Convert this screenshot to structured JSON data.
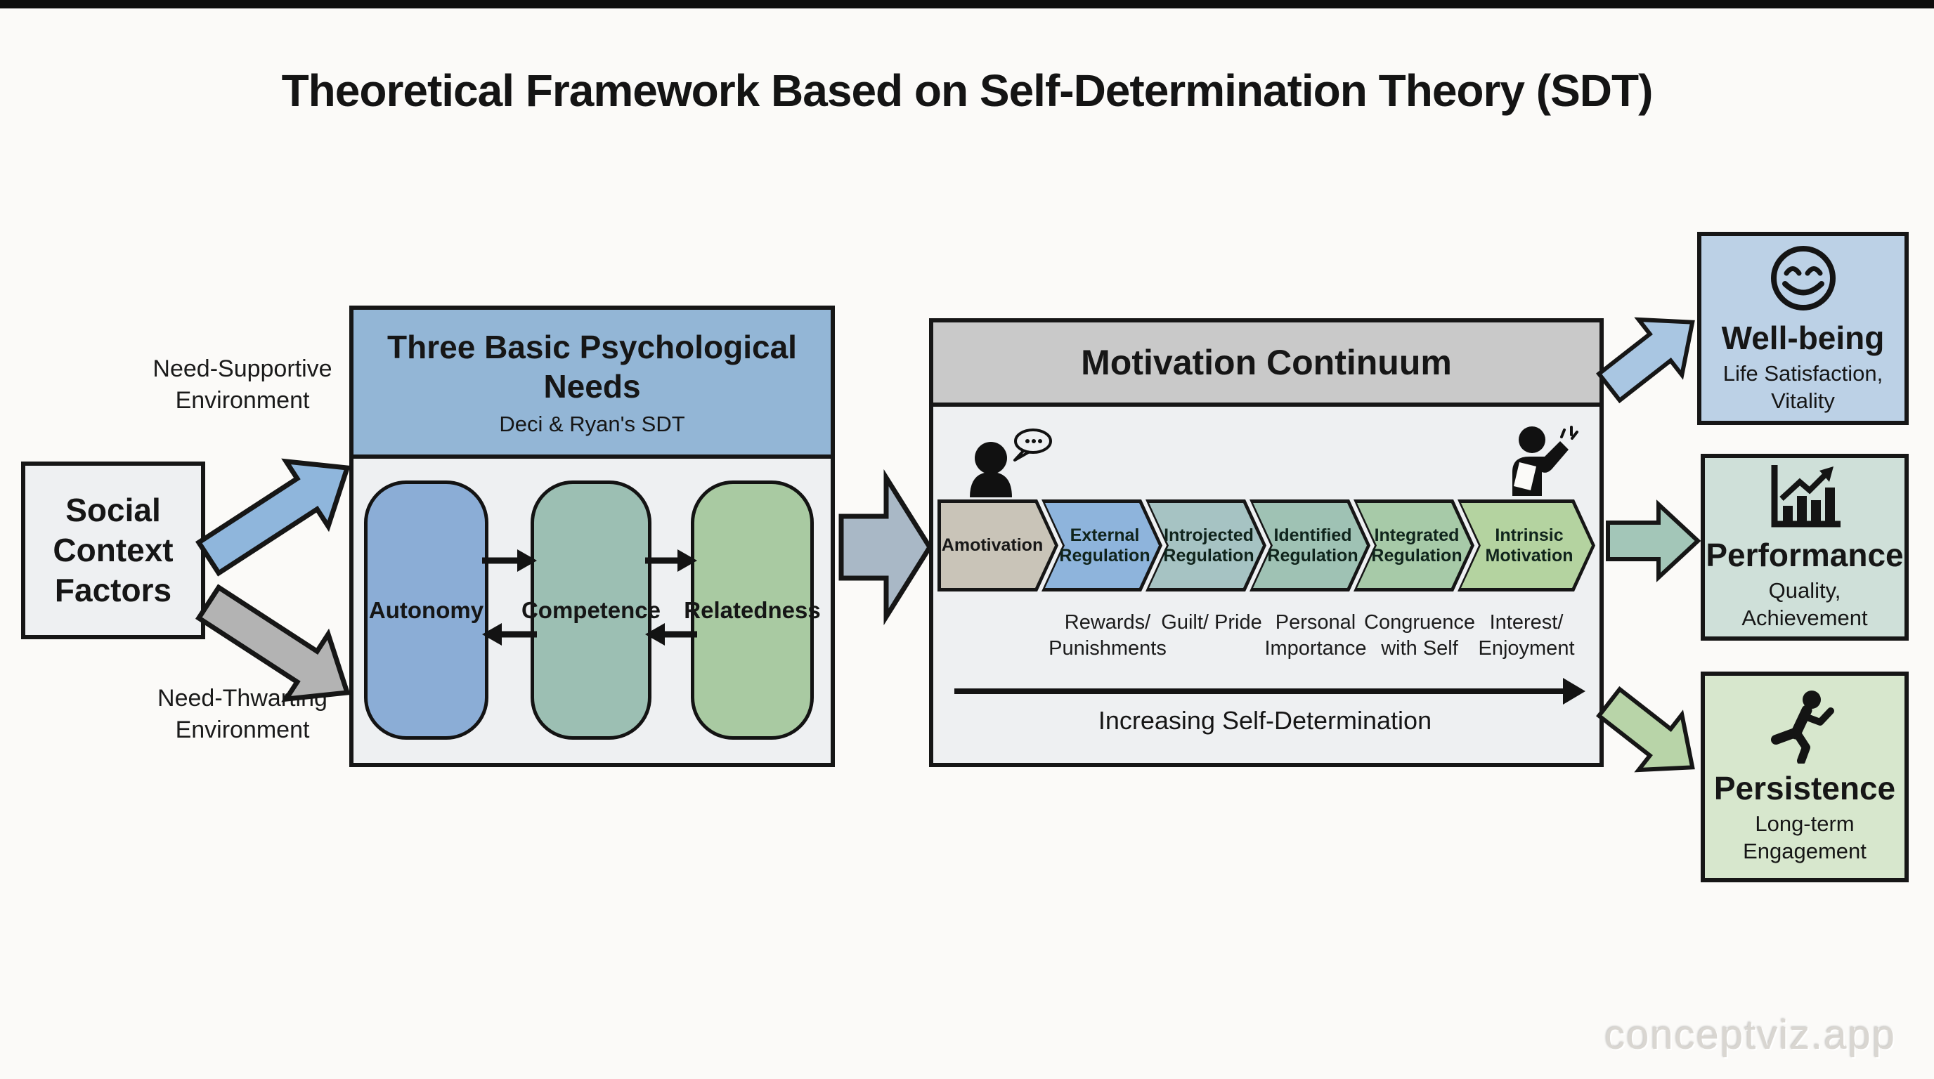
{
  "title": "Theoretical Framework Based on Self-Determination Theory (SDT)",
  "watermark": "conceptviz.app",
  "social_context": {
    "label": "Social Context Factors"
  },
  "environment": {
    "supportive": "Need-Supportive Environment",
    "thwarting": "Need-Thwarting Environment"
  },
  "needs": {
    "title": "Three Basic Psychological Needs",
    "subtitle": "Deci & Ryan's SDT",
    "items": [
      {
        "label": "Autonomy",
        "color": "#8badd6"
      },
      {
        "label": "Competence",
        "color": "#9cbfb3"
      },
      {
        "label": "Relatedness",
        "color": "#a9caa2"
      }
    ]
  },
  "continuum": {
    "title": "Motivation Continuum",
    "stages": [
      {
        "label": "Amotivation",
        "sub": "",
        "color": "#c9c4b8"
      },
      {
        "label": "External Regulation",
        "sub": "Rewards/ Punishments",
        "color": "#8eb4dc"
      },
      {
        "label": "Introjected Regulation",
        "sub": "Guilt/ Pride",
        "color": "#a6c3c3"
      },
      {
        "label": "Identified Regulation",
        "sub": "Personal Importance",
        "color": "#9fc2b4"
      },
      {
        "label": "Integrated Regulation",
        "sub": "Congruence with Self",
        "color": "#a7caa8"
      },
      {
        "label": "Intrinsic Motivation",
        "sub": "Interest/ Enjoyment",
        "color": "#b4d3a0"
      }
    ],
    "axis_label": "Increasing Self-Determination"
  },
  "outcomes": [
    {
      "label": "Well-being",
      "sub": "Life Satisfaction, Vitality",
      "icon": "smiley-icon",
      "color": "#bcd1e6"
    },
    {
      "label": "Performance",
      "sub": "Quality, Achievement",
      "icon": "chart-icon",
      "color": "#cfe0d9"
    },
    {
      "label": "Persistence",
      "sub": "Long-term Engagement",
      "icon": "runner-icon",
      "color": "#d7e7cd"
    }
  ],
  "colors": {
    "needs_header": "#93b6d6",
    "continuum_header": "#c9c9c9",
    "arrow_supportive": "#8fb6dc",
    "arrow_thwarting": "#b3b3b3",
    "arrow_needs_to_continuum": "#a9b8c6",
    "arrow_to_wellbeing": "#a9c6e2",
    "arrow_to_performance": "#a3c6b8",
    "arrow_to_persistence": "#b8d4a8"
  }
}
